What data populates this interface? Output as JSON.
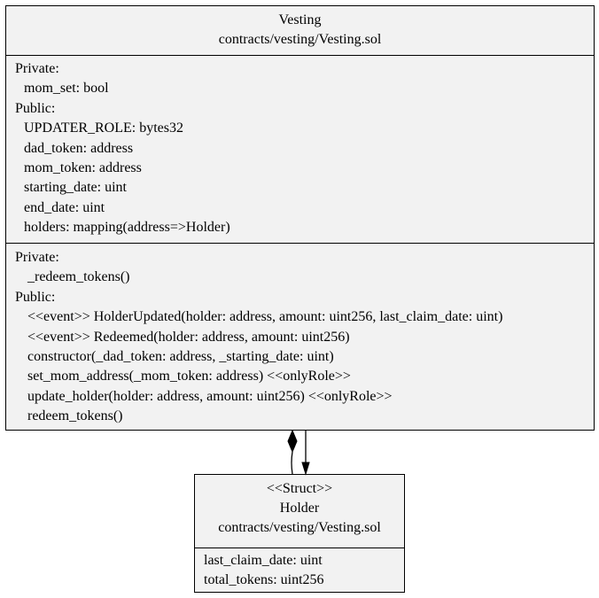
{
  "vesting": {
    "name": "Vesting",
    "path": "contracts/vesting/Vesting.sol",
    "attributes": {
      "private_label": "Private:",
      "private": [
        "mom_set: bool"
      ],
      "public_label": "Public:",
      "public": [
        "UPDATER_ROLE: bytes32",
        "dad_token: address",
        "mom_token: address",
        "starting_date: uint",
        "end_date: uint",
        "holders: mapping(address=>Holder)"
      ]
    },
    "operations": {
      "private_label": "Private:",
      "private": [
        "_redeem_tokens()"
      ],
      "public_label": "Public:",
      "public": [
        "<<event>> HolderUpdated(holder: address, amount: uint256, last_claim_date: uint)",
        "<<event>> Redeemed(holder: address, amount: uint256)",
        "constructor(_dad_token: address, _starting_date: uint)",
        "set_mom_address(_mom_token: address) <<onlyRole>>",
        "update_holder(holder: address, amount: uint256) <<onlyRole>>",
        "redeem_tokens()"
      ]
    }
  },
  "holder": {
    "stereotype": "<<Struct>>",
    "name": "Holder",
    "path": "contracts/vesting/Vesting.sol",
    "attributes": [
      "last_claim_date: uint",
      "total_tokens: uint256"
    ]
  },
  "relations": [
    {
      "type": "composition",
      "from": "Vesting",
      "to": "Holder"
    },
    {
      "type": "association",
      "from": "Vesting",
      "to": "Holder"
    }
  ],
  "colors": {
    "box_fill": "#f2f2f2",
    "stroke": "#000000"
  }
}
